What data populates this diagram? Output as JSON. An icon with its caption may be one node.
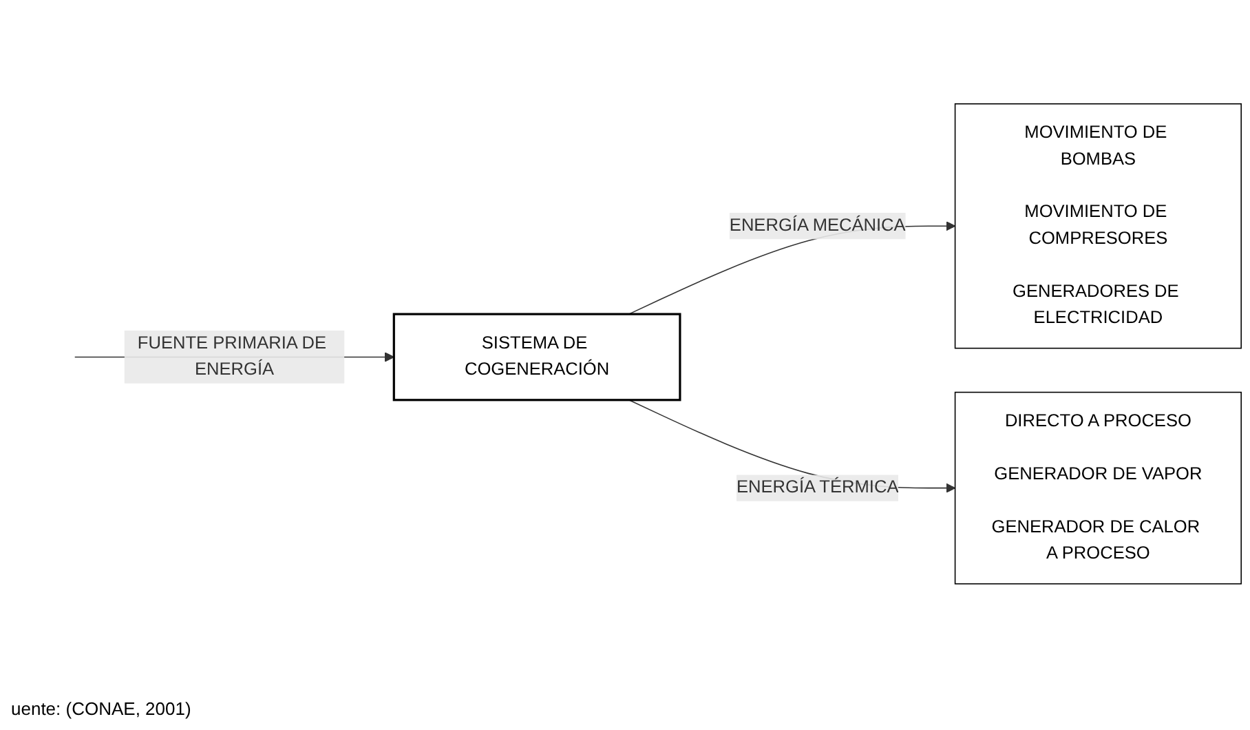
{
  "diagram": {
    "caption": "uente: (CONAE, 2001)",
    "nodes": [
      {
        "text": [
          "SISTEMA DE COGENERACIÓN"
        ]
      },
      {
        "text": [
          "MOVIMIENTO DE BOMBAS",
          "MOVIMIENTO DE COMPRESORES",
          "GENERADORES DE ELECTRICIDAD"
        ]
      },
      {
        "text": [
          "DIRECTO A PROCESO",
          "GENERADOR DE VAPOR",
          "GENERADOR DE CALOR A PROCESO"
        ]
      }
    ],
    "edges": [
      {
        "from": null,
        "to": 0,
        "arrow": "to",
        "label": "FUENTE PRIMARIA DE ENERGÍA"
      },
      {
        "from": 0,
        "to": 1,
        "arrow": "to",
        "label": "ENERGÍA MECÁNICA"
      },
      {
        "from": 0,
        "to": 2,
        "arrow": "to",
        "label": "ENERGÍA TÉRMICA"
      }
    ]
  }
}
